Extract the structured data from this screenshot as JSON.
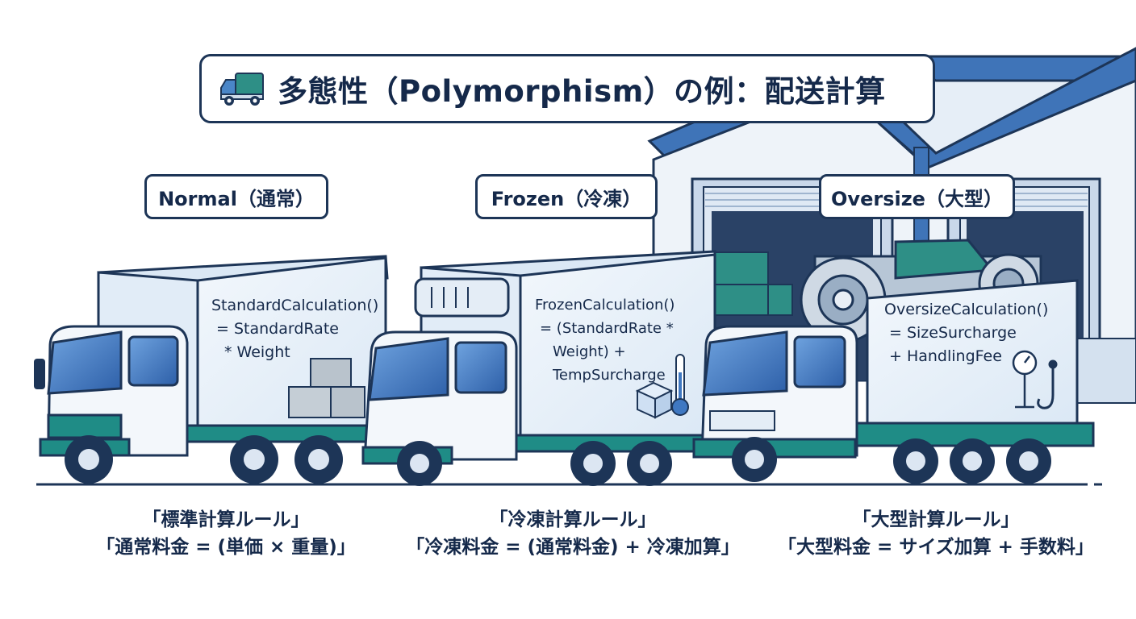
{
  "title": "多態性（Polymorphism）の例：配送計算",
  "icons": {
    "title": "delivery-truck-icon",
    "normal_cargo": "cardboard-boxes-icon",
    "frozen_cargo": "ice-cube-icon",
    "frozen_temp": "thermometer-icon",
    "oversize_gauge": "weight-scale-icon",
    "oversize_hook": "crane-hook-icon"
  },
  "colors": {
    "outline": "#1d3557",
    "truck_body": "#e8f1fa",
    "accent_teal": "#1f8c86",
    "window_blue": "#3f78c2",
    "warehouse_roof": "#3f74b8"
  },
  "trucks": [
    {
      "id": "normal",
      "label": "Normal（通常）",
      "formula": [
        "StandardCalculation()",
        "= StandardRate",
        "* Weight"
      ],
      "caption": [
        "「標準計算ルール」",
        "「通常料金 = (単価 × 重量)」"
      ]
    },
    {
      "id": "frozen",
      "label": "Frozen（冷凍）",
      "formula": [
        "FrozenCalculation()",
        "= (StandardRate *",
        "Weight) +",
        "TempSurcharge"
      ],
      "caption": [
        "「冷凍計算ルール」",
        "「冷凍料金 = (通常料金) + 冷凍加算」"
      ]
    },
    {
      "id": "oversize",
      "label": "Oversize（大型）",
      "formula": [
        "OversizeCalculation()",
        "= SizeSurcharge",
        "+ HandlingFee"
      ],
      "caption": [
        "「大型計算ルール」",
        "「大型料金 = サイズ加算 + 手数料」"
      ]
    }
  ]
}
